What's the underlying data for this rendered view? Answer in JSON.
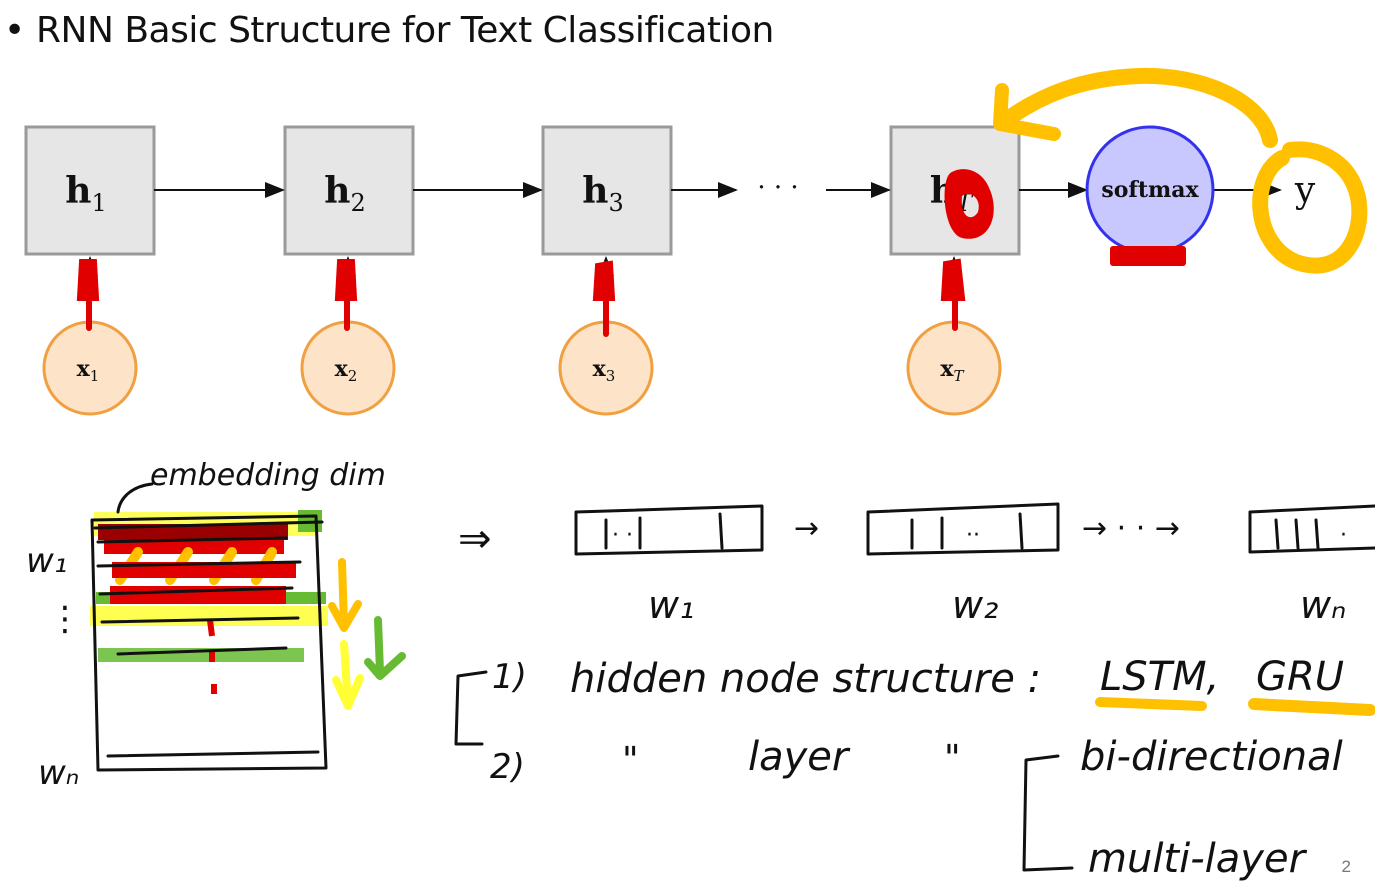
{
  "slide": {
    "bullet": "•",
    "title": "RNN Basic Structure for Text Classification",
    "page_number": "2"
  },
  "diagram": {
    "hidden_nodes": [
      {
        "main": "h",
        "sub": "1"
      },
      {
        "main": "h",
        "sub": "2"
      },
      {
        "main": "h",
        "sub": "3"
      },
      {
        "main": "h",
        "sub": "T"
      }
    ],
    "input_nodes": [
      {
        "main": "x",
        "sub": "1"
      },
      {
        "main": "x",
        "sub": "2"
      },
      {
        "main": "x",
        "sub": "3"
      },
      {
        "main": "x",
        "sub": "T"
      }
    ],
    "ellipsis": "· · ·",
    "softmax_label": "softmax",
    "output_label": "y",
    "colors": {
      "node_fill": "#e6e6e6",
      "node_stroke": "#9a9a9a",
      "input_fill": "#fde3c8",
      "input_stroke": "#f0a040",
      "softmax_fill": "#c8c8ff",
      "softmax_stroke": "#3333ee",
      "annotation_red": "#e00000",
      "annotation_orange": "#ffc000",
      "annotation_yellow": "#ffff33",
      "annotation_green": "#66bb33"
    }
  },
  "handwriting": {
    "embedding_label": "embedding dim",
    "row_w1": "w₁",
    "row_dots": "⋮",
    "row_wn": "wₙ",
    "implies": "⇒",
    "vec_w1": "w₁",
    "vec_w2": "w₂",
    "vec_wn": "wₙ",
    "arrow_1": "→",
    "arrow_2": "→ · · →",
    "item1_num": "1)",
    "item1_text": "hidden node structure :",
    "lstm": "LSTM,",
    "gru": "GRU",
    "item2_num": "2)",
    "ditto1": "\"",
    "item2_text": "layer",
    "ditto2": "\"",
    "bidirectional": "bi-directional",
    "multilayer": "multi-layer"
  }
}
